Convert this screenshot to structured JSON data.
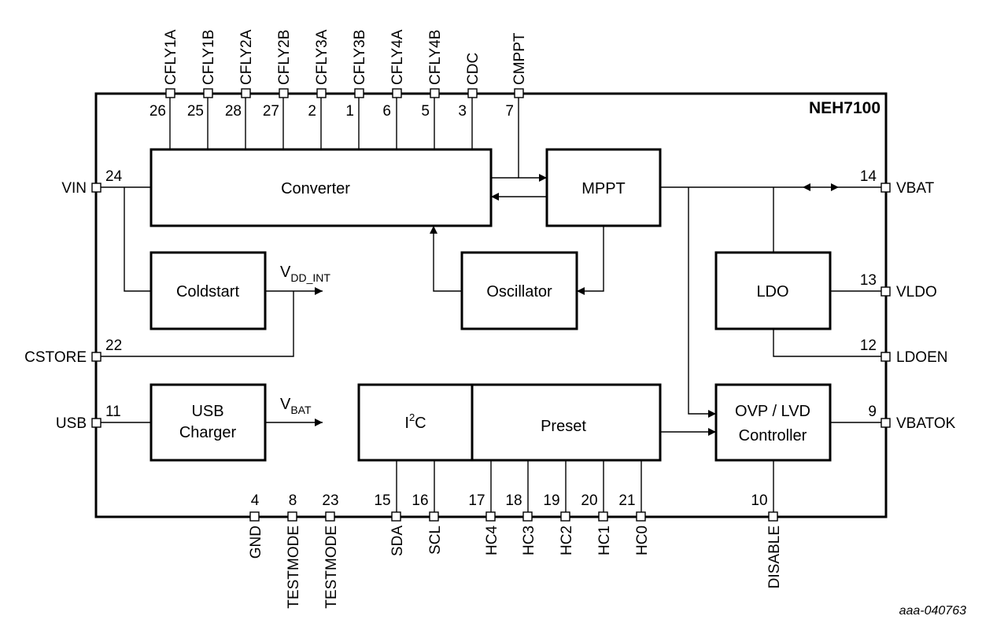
{
  "chip": {
    "name": "NEH7100"
  },
  "blocks": {
    "converter": "Converter",
    "mppt": "MPPT",
    "coldstart": "Coldstart",
    "oscillator": "Oscillator",
    "ldo": "LDO",
    "usb_charger": [
      "USB",
      "Charger"
    ],
    "i2c": {
      "main": "I",
      "sup": "2",
      "tail": "C"
    },
    "preset": "Preset",
    "ovp_lvd": [
      "OVP / LVD",
      "Controller"
    ]
  },
  "internal_labels": {
    "vdd_int": {
      "main": "V",
      "sub": "DD_INT"
    },
    "vbat": {
      "main": "V",
      "sub": "BAT"
    }
  },
  "top_pins": [
    {
      "name": "CFLY1A",
      "number": "26"
    },
    {
      "name": "CFLY1B",
      "number": "25"
    },
    {
      "name": "CFLY2A",
      "number": "28"
    },
    {
      "name": "CFLY2B",
      "number": "27"
    },
    {
      "name": "CFLY3A",
      "number": "2"
    },
    {
      "name": "CFLY3B",
      "number": "1"
    },
    {
      "name": "CFLY4A",
      "number": "6"
    },
    {
      "name": "CFLY4B",
      "number": "5"
    },
    {
      "name": "CDC",
      "number": "3"
    },
    {
      "name": "CMPPT",
      "number": "7"
    }
  ],
  "left_pins": [
    {
      "name": "VIN",
      "number": "24"
    },
    {
      "name": "CSTORE",
      "number": "22"
    },
    {
      "name": "USB",
      "number": "11"
    }
  ],
  "right_pins": [
    {
      "name": "VBAT",
      "number": "14"
    },
    {
      "name": "VLDO",
      "number": "13"
    },
    {
      "name": "LDOEN",
      "number": "12"
    },
    {
      "name": "VBATOK",
      "number": "9"
    }
  ],
  "bottom_pins": [
    {
      "name": "GND",
      "number": "4"
    },
    {
      "name": "TESTMODE",
      "number": "8"
    },
    {
      "name": "TESTMODE",
      "number": "23"
    },
    {
      "name": "SDA",
      "number": "15"
    },
    {
      "name": "SCL",
      "number": "16"
    },
    {
      "name": "HC4",
      "number": "17"
    },
    {
      "name": "HC3",
      "number": "18"
    },
    {
      "name": "HC2",
      "number": "19"
    },
    {
      "name": "HC1",
      "number": "20"
    },
    {
      "name": "HC0",
      "number": "21"
    },
    {
      "name": "DISABLE",
      "number": "10"
    }
  ],
  "figure_ref": "aaa-040763"
}
